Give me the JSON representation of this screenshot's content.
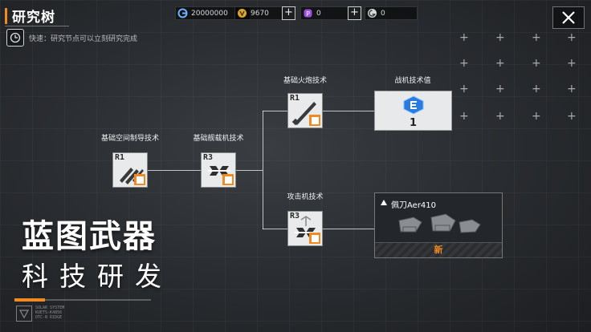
{
  "header": {
    "title": "研究树",
    "close_label": "✕"
  },
  "quick": {
    "text": "快速：研究节点可以立刻研究完成"
  },
  "currency": [
    {
      "name": "credits",
      "value": "20000000"
    },
    {
      "name": "gold",
      "value": "9670"
    },
    {
      "name": "purple-gem",
      "value": "0"
    },
    {
      "name": "token",
      "value": "0"
    }
  ],
  "nodes": {
    "guidance": {
      "label": "基础空间制导技术",
      "rank": "R1"
    },
    "carrier": {
      "label": "基础舰载机技术",
      "rank": "R3"
    },
    "artillery": {
      "label": "基础火炮技术",
      "rank": "R1"
    },
    "attack": {
      "label": "攻击机技术",
      "rank": "R3"
    },
    "fighter_stat": {
      "label": "战机技术值",
      "value": "1"
    },
    "unlock": {
      "name": "佩刀Aer410",
      "badge": "新"
    }
  },
  "promo": {
    "line1": "蓝图武器",
    "line2": "科技研发"
  },
  "footer": {
    "line1": "SOLAR SYSTEM",
    "line2": "KUETS-K4856",
    "line3": "OTC-N RIDGE"
  },
  "colors": {
    "accent": "#f08a21",
    "stat_blue": "#2a7be0"
  }
}
